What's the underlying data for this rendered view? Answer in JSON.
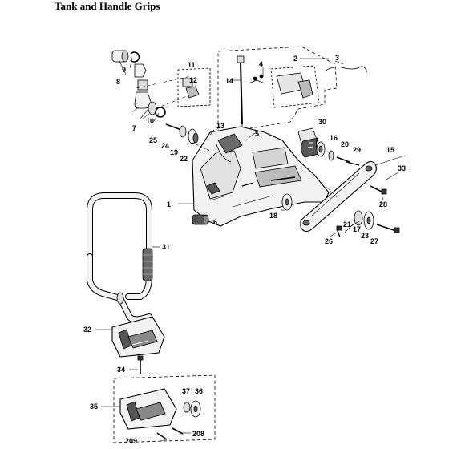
{
  "title": "Tank and Handle Grips",
  "callouts": {
    "c1": "1",
    "c2": "2",
    "c3": "3",
    "c4": "4",
    "c5": "5",
    "c6": "6",
    "c7": "7",
    "c8": "8",
    "c9": "9",
    "c10": "10",
    "c11": "11",
    "c12": "12",
    "c13": "13",
    "c14": "14",
    "c15": "15",
    "c16": "16",
    "c17": "17",
    "c18": "18",
    "c19": "19",
    "c20": "20",
    "c21": "21",
    "c22": "22",
    "c23": "23",
    "c24": "24",
    "c25": "25",
    "c26": "26",
    "c27": "27",
    "c28": "28",
    "c29": "29",
    "c30": "30",
    "c31": "31",
    "c32": "32",
    "c33": "33",
    "c34": "34",
    "c35": "35",
    "c36": "36",
    "c37": "37",
    "c208": "208",
    "c209": "209"
  },
  "colors": {
    "line": "#000000",
    "part_fill": "#f2f2f2",
    "shade": "#8a8a8a",
    "dark": "#3a3a3a"
  }
}
